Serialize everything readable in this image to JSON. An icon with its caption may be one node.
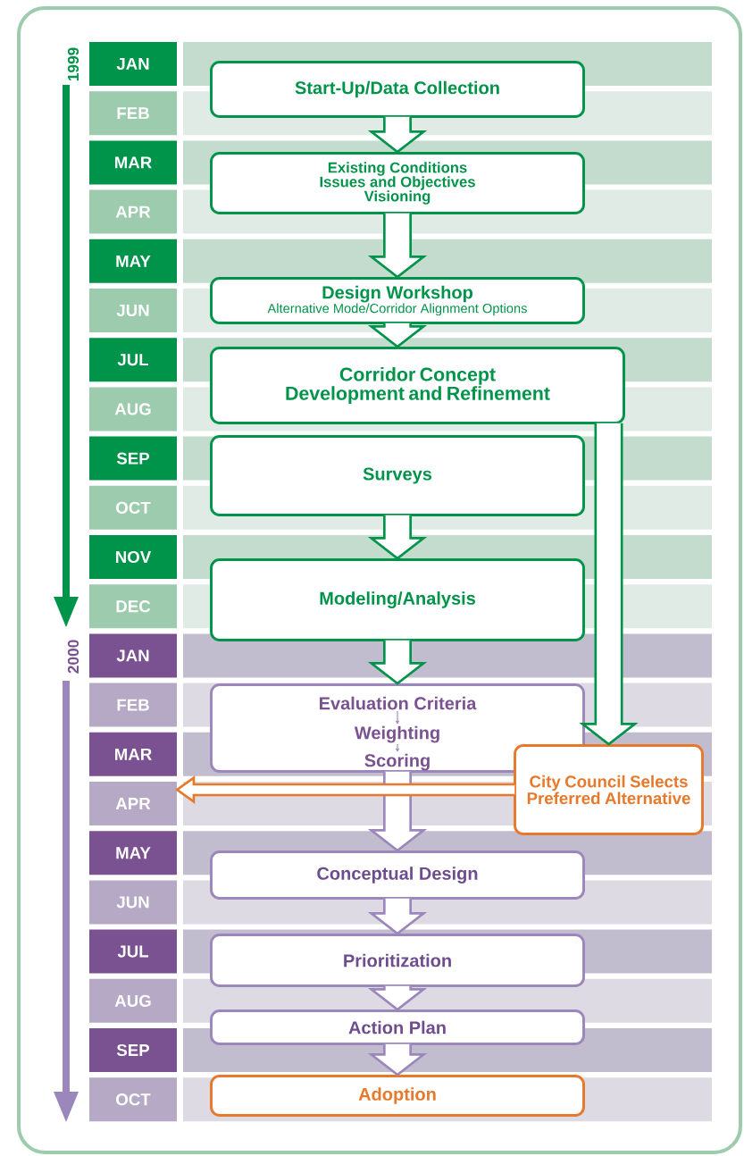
{
  "diagram": {
    "nodes": [
      {
        "text": [
          "Start-Up/Data Collection"
        ]
      },
      {
        "text": [
          "Existing Conditions",
          "Issues and Objectives",
          "Visioning"
        ]
      },
      {
        "text": [
          "Design Workshop",
          "Alternative Mode/Corridor Alignment Options"
        ]
      },
      {
        "text": [
          "Corridor Concept Development and Refinement"
        ]
      },
      {
        "text": [
          "Surveys"
        ]
      },
      {
        "text": [
          "Modeling/Analysis"
        ]
      },
      {
        "text": [],
        "shape": "box"
      },
      {
        "text": [
          "Evaluation Criteria"
        ],
        "in": 6
      },
      {
        "text": [
          "Weighting"
        ],
        "in": 6
      },
      {
        "text": [
          "Scoring"
        ],
        "in": 6
      },
      {
        "text": [
          "City Council Selects Preferred Alternative"
        ]
      },
      {
        "text": [
          "Conceptual Design"
        ]
      },
      {
        "text": [
          "Prioritization"
        ]
      },
      {
        "text": [
          "Action Plan"
        ]
      },
      {
        "text": [
          "Adoption"
        ]
      },
      {
        "text": [
          "JAN"
        ]
      },
      {
        "text": [
          "FEB"
        ]
      },
      {
        "text": [
          "MAR"
        ]
      },
      {
        "text": [
          "APR"
        ]
      },
      {
        "text": [
          "MAY"
        ]
      },
      {
        "text": [
          "JUN"
        ]
      },
      {
        "text": [
          "JUL"
        ]
      },
      {
        "text": [
          "AUG"
        ]
      },
      {
        "text": [
          "SEP"
        ]
      },
      {
        "text": [
          "OCT"
        ]
      },
      {
        "text": [
          "NOV"
        ]
      },
      {
        "text": [
          "DEC"
        ]
      },
      {
        "text": [
          "JAN"
        ]
      },
      {
        "text": [
          "FEB"
        ]
      },
      {
        "text": [
          "MAR"
        ]
      },
      {
        "text": [
          "APR"
        ]
      },
      {
        "text": [
          "MAY"
        ]
      },
      {
        "text": [
          "JUN"
        ]
      },
      {
        "text": [
          "JUL"
        ]
      },
      {
        "text": [
          "AUG"
        ]
      },
      {
        "text": [
          "SEP"
        ]
      },
      {
        "text": [
          "OCT"
        ]
      }
    ],
    "edges": [
      {
        "from": 0,
        "to": 1,
        "arrow": "to",
        "color": "#00934a"
      },
      {
        "from": 1,
        "to": 2,
        "arrow": "to",
        "color": "#00934a"
      },
      {
        "from": 2,
        "to": 3,
        "arrow": "to",
        "color": "#00934a"
      },
      {
        "from": 4,
        "to": 5,
        "arrow": "to",
        "color": "#00934a"
      },
      {
        "from": 5,
        "to": 6,
        "arrow": "to",
        "color": "#00934a"
      },
      {
        "from": 3,
        "to": 10,
        "arrow": "to",
        "color": "#00934a"
      },
      {
        "from": 7,
        "to": 8,
        "arrow": "to",
        "color": "#9b87bb"
      },
      {
        "from": 8,
        "to": 9,
        "arrow": "to",
        "color": "#9b87bb"
      },
      {
        "from": 6,
        "to": 11,
        "arrow": "to",
        "color": "#9b87bb"
      },
      {
        "from": 10,
        "to": 30,
        "arrow": "to",
        "color": "#e6792b"
      },
      {
        "from": 11,
        "to": 12,
        "arrow": "to",
        "color": "#9b87bb"
      },
      {
        "from": 12,
        "to": 13,
        "arrow": "to",
        "color": "#9b87bb"
      },
      {
        "from": 13,
        "to": 14,
        "arrow": "to",
        "color": "#9b87bb"
      }
    ],
    "labels": [
      "1999",
      "2000"
    ]
  }
}
